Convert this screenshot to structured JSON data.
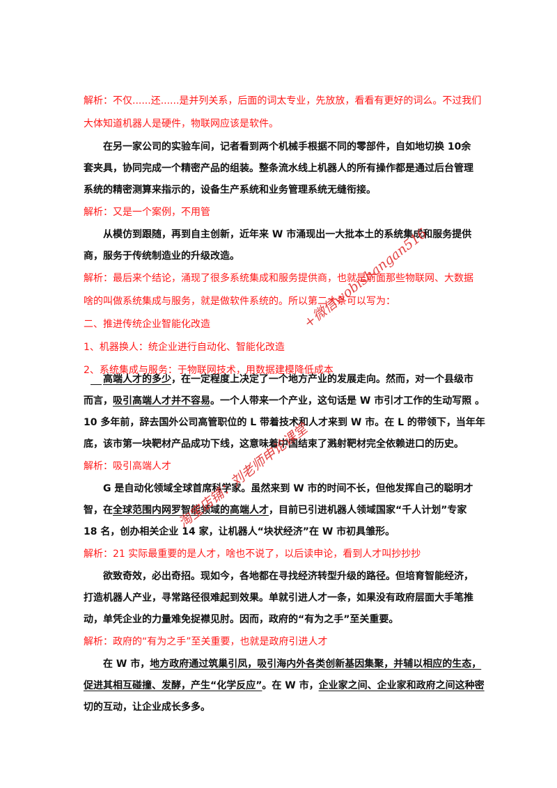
{
  "doc": {
    "l01": "解析：不仅......还......是并列关系，后面的词太专业，先放放，看看有更好的词么。不过我们",
    "l02": "大体知道机器人是硬件，物联网应该是软件。",
    "l03": "在另一家公司的实验车间，记者看到两个机械手根据不同的零部件，自如地切换 10余",
    "l04": "套夹具，协同完成一个精密产品的组装。整条流水线上机器人的所有操作都是通过后台管理",
    "l05": "系统的精密测算来指示的，设备生产系统和业务管理系统无缝衔接。",
    "l06": "解析：又是一个案例，不用管",
    "l07": "从模仿到跟随，再到自主创新，近年来 W 市涌现出一大批本土的系统集成和服务提供",
    "l08": "商，服务于传统制造业的升级改造。",
    "l09": "解析：最后来个结论，涌现了很多系统集成和服务提供商，也就是前面那些物联网、大数据",
    "l10": "啥的叫做系统集成与服务，就是做软件系统的。所以第二大条可以写为：",
    "l11": "二、推进传统企业智能化改造",
    "l12": "1、机器换人：统企业进行自动化、智能化改造",
    "l13": "2、系统集成与服务：于物联网技术，用数据建模降低成本",
    "l14a": "高端人才的多少",
    "l14b": "，在一定程度上决定了一个地方产业的发展走向。然而，对一个县级市",
    "l15a": "而言，",
    "l15b": "吸引高端人才并不容易",
    "l15c": "。一个人带来一个产业，这句话是 W 市引才工作的生动写照 。",
    "l16": "10 多年前，辞去国外公司高管职位的 L 带着技术和人才来到 W 市。在 L 的带领下，当年年",
    "l17": "底，该市第一块靶材产品成功下线，这意味着中国结束了溅射靶材完全依赖进口的历史。",
    "l18": "解析：吸引高端人才",
    "l19": "G 是自动化领域全球首席科学家。虽然来到 W 市的时间不长，但他发挥自己的聪明才",
    "l20a": "智，在",
    "l20b": "全球范围内网罗智能领域的高端人才",
    "l20c": "，目前已引进机器人领域国家“千人计划”专家",
    "l21": "18 名，创办相关企业 14 家，让机器人“块状经济”在 W 市初具雏形。",
    "l22": "解析：21 实际最重要的是人才，啥也不说了，以后读申论，看到人才叫抄抄抄",
    "l23": "欲致奇效，必出奇招。现如今，各地都在寻找经济转型升级的路径。但培育智能经济，",
    "l24": "打造机器人产业，寻常路径很难起到效果。单就引进人才一条，如果没有政府层面大手笔推",
    "l25": "动，单凭企业的力量难免捉襟见肘。因而，政府的“有为之手”至关重要。",
    "l26": "解析：政府的“有为之手”至关重要，也就是政府引进人才",
    "l27a": "在 W 市，",
    "l27b": "地方政府通过筑巢引凤，吸引海内外各类创新基因集聚，并辅以相应的生态，",
    "l28a": "促进其相互碰撞、发酵，产生“化学反应”",
    "l28b": "。在 W 市，",
    "l28c": "企业家之间、企业家和政府之间这种密",
    "l29": "切的互动，让企业成长多多。"
  },
  "watermark": {
    "part1": "+微信wobishangan516",
    "part2": "淘宝店铺：刘老师申论课堂",
    "color": "#e03030"
  }
}
